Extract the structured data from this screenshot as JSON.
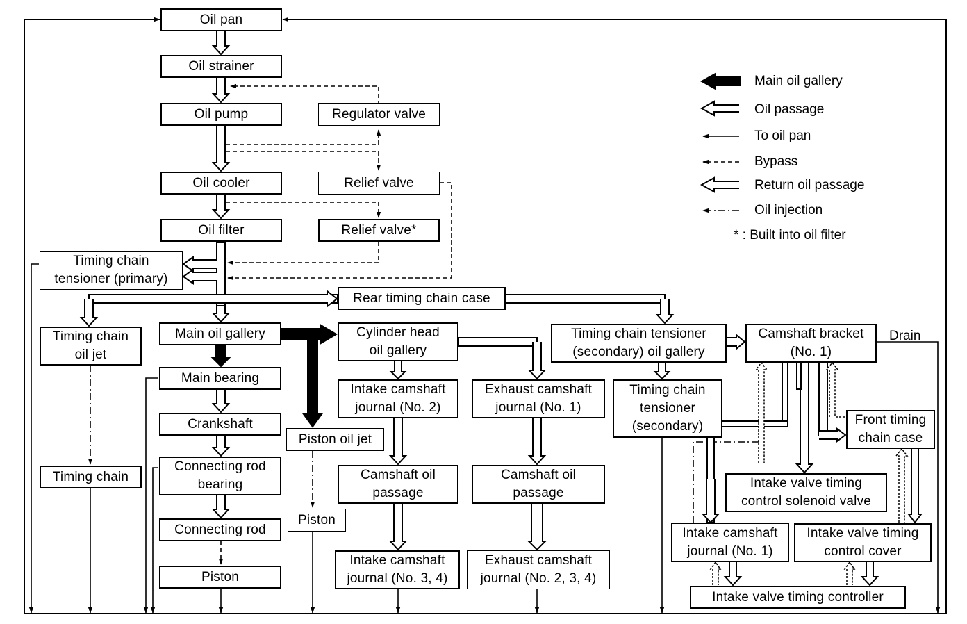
{
  "boxes": {
    "oil_pan": "Oil pan",
    "oil_strainer": "Oil strainer",
    "oil_pump": "Oil pump",
    "regulator_valve": "Regulator valve",
    "oil_cooler": "Oil cooler",
    "relief_valve": "Relief valve",
    "oil_filter": "Oil filter",
    "relief_valve_star": "Relief valve*",
    "tensioner_primary": "Timing chain\ntensioner (primary)",
    "rear_case": "Rear timing chain case",
    "chain_oil_jet": "Timing chain\noil jet",
    "main_gallery": "Main oil gallery",
    "cyl_head_gallery": "Cylinder head\noil gallery",
    "tensioner_secondary_gallery": "Timing chain tensioner\n(secondary) oil gallery",
    "cam_bracket": "Camshaft bracket\n(No. 1)",
    "main_bearing": "Main bearing",
    "intake_journal_2": "Intake camshaft\njournal (No. 2)",
    "exhaust_journal_1": "Exhaust camshaft\njournal (No. 1)",
    "tensioner_secondary": "Timing chain\ntensioner\n(secondary)",
    "crankshaft": "Crankshaft",
    "piston_oil_jet": "Piston oil jet",
    "front_case": "Front timing\nchain case",
    "con_rod_bearing": "Connecting rod\nbearing",
    "timing_chain": "Timing chain",
    "cam_oil_passage_1": "Camshaft oil\npassage",
    "cam_oil_passage_2": "Camshaft oil\npassage",
    "ivt_solenoid": "Intake valve timing\ncontrol solenoid valve",
    "piston_2": "Piston",
    "con_rod": "Connecting rod",
    "intake_journal_1": "Intake camshaft\njournal (No. 1)",
    "ivt_cover": "Intake valve timing\ncontrol cover",
    "intake_journal_34": "Intake camshaft\njournal (No. 3, 4)",
    "exhaust_journal_234": "Exhaust camshaft\njournal (No. 2, 3, 4)",
    "piston": "Piston",
    "ivt_controller": "Intake valve timing controller"
  },
  "drain_label": "Drain",
  "legend": [
    {
      "label": "Main oil gallery",
      "icon": "solid-arrow"
    },
    {
      "label": "Oil passage",
      "icon": "hollow-arrow"
    },
    {
      "label": "To oil pan",
      "icon": "line-arrow"
    },
    {
      "label": "Bypass",
      "icon": "dashed-arrow"
    },
    {
      "label": "Return oil passage",
      "icon": "double-dashed-arrow"
    },
    {
      "label": "Oil injection",
      "icon": "dash-dot-arrow"
    }
  ],
  "legend_note": "* : Built into oil filter"
}
